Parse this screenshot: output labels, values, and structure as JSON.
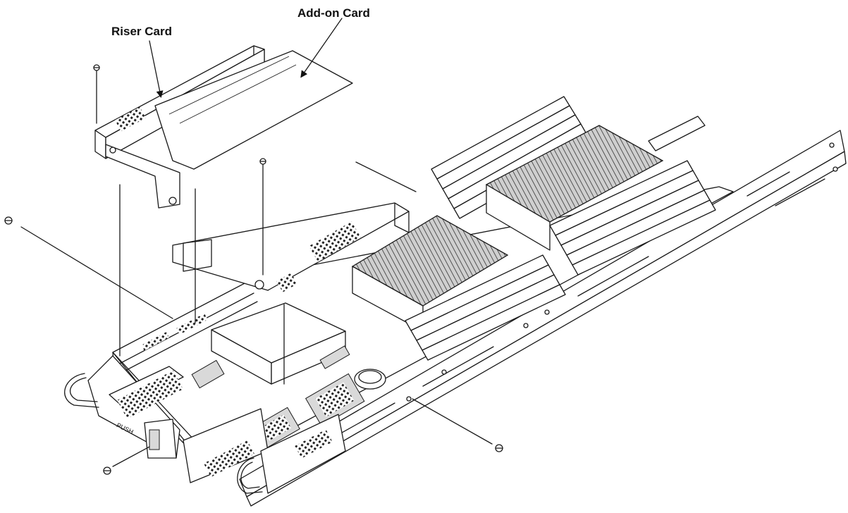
{
  "labels": {
    "riser_card": "Riser Card",
    "addon_card": "Add-on Card",
    "push_text": "PUSH"
  },
  "icons": [
    "screw-icon",
    "arrow-icon",
    "handle-icon"
  ]
}
